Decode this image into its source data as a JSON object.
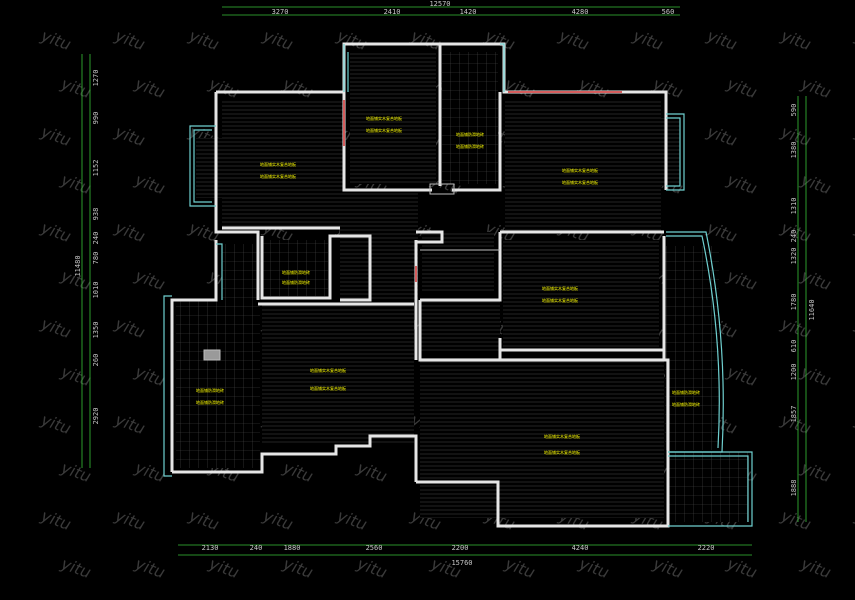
{
  "dimensions": {
    "top_total": "12570",
    "top": [
      "3270",
      "2410",
      "1420",
      "4280",
      "560"
    ],
    "bottom": [
      "2130",
      "240",
      "1880",
      "2560",
      "2200",
      "4240",
      "2220"
    ],
    "bottom_total": "15760",
    "left": [
      "1270",
      "990",
      "1152",
      "938",
      "240",
      "780",
      "1010",
      "1350",
      "260",
      "2920"
    ],
    "left_total": "11480",
    "right": [
      "590",
      "1380",
      "1310",
      "240",
      "1320",
      "1780",
      "610",
      "1200",
      "1857",
      "1888"
    ],
    "right_total": "11640"
  },
  "room_labels": [
    {
      "l1": "地面铺实木复合地板",
      "l2": "地面铺实木复合地板"
    },
    {
      "l1": "地面铺实木复合地板",
      "l2": "地面铺实木复合地板"
    },
    {
      "l1": "地面铺防滑地砖",
      "l2": "地面铺防滑地砖"
    },
    {
      "l1": "地面铺实木复合地板",
      "l2": "地面铺实木复合地板"
    },
    {
      "l1": "地面铺防滑地砖",
      "l2": "地面铺防滑地砖"
    },
    {
      "l1": "地面铺实木复合地板",
      "l2": "地面铺实木复合地板"
    },
    {
      "l1": "地面铺实木复合地板",
      "l2": "地面铺实木复合地板"
    },
    {
      "l1": "地面铺防滑地砖",
      "l2": "地面铺防滑地砖"
    },
    {
      "l1": "地面铺实木复合地板",
      "l2": "地面铺实木复合地板"
    },
    {
      "l1": "地面铺防滑地砖",
      "l2": "地面铺防滑地砖"
    }
  ],
  "watermark": "yitu",
  "colors": {
    "wall": "#e6e6e6",
    "balcony": "#6fd0d0",
    "window_red": "#d03030",
    "label": "#ffff00",
    "dim": "#39c239"
  }
}
